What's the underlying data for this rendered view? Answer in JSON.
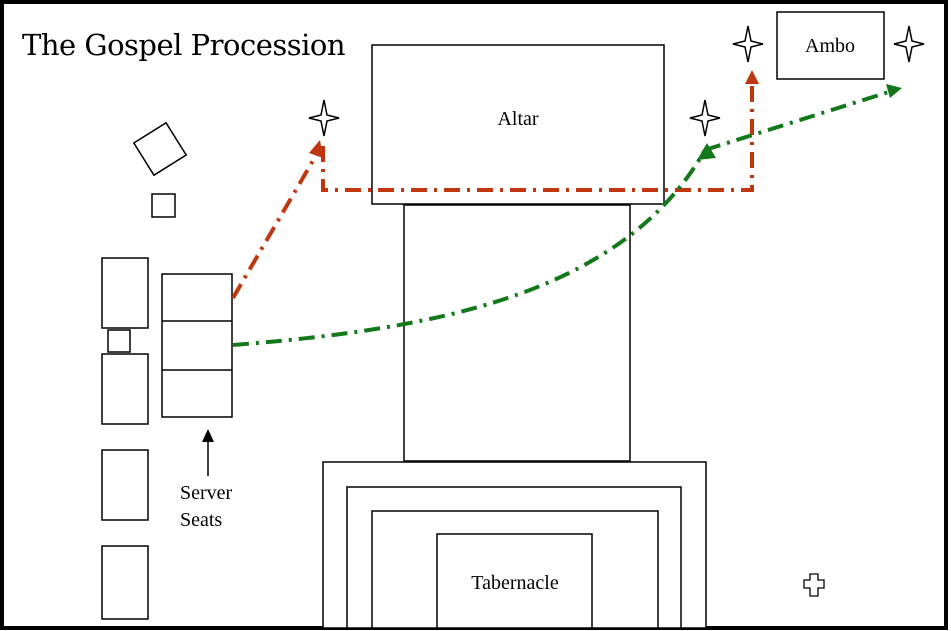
{
  "title": "The Gospel Procession",
  "labels": {
    "altar": "Altar",
    "ambo": "Ambo",
    "tabernacle": "Tabernacle",
    "server_seats_line1": "Server",
    "server_seats_line2": "Seats"
  },
  "colors": {
    "procession_red": "#c0360f",
    "procession_green": "#12781a",
    "ink": "#000000"
  },
  "icons": [
    "candle-star-icon",
    "cross-icon",
    "arrow-up-icon"
  ]
}
